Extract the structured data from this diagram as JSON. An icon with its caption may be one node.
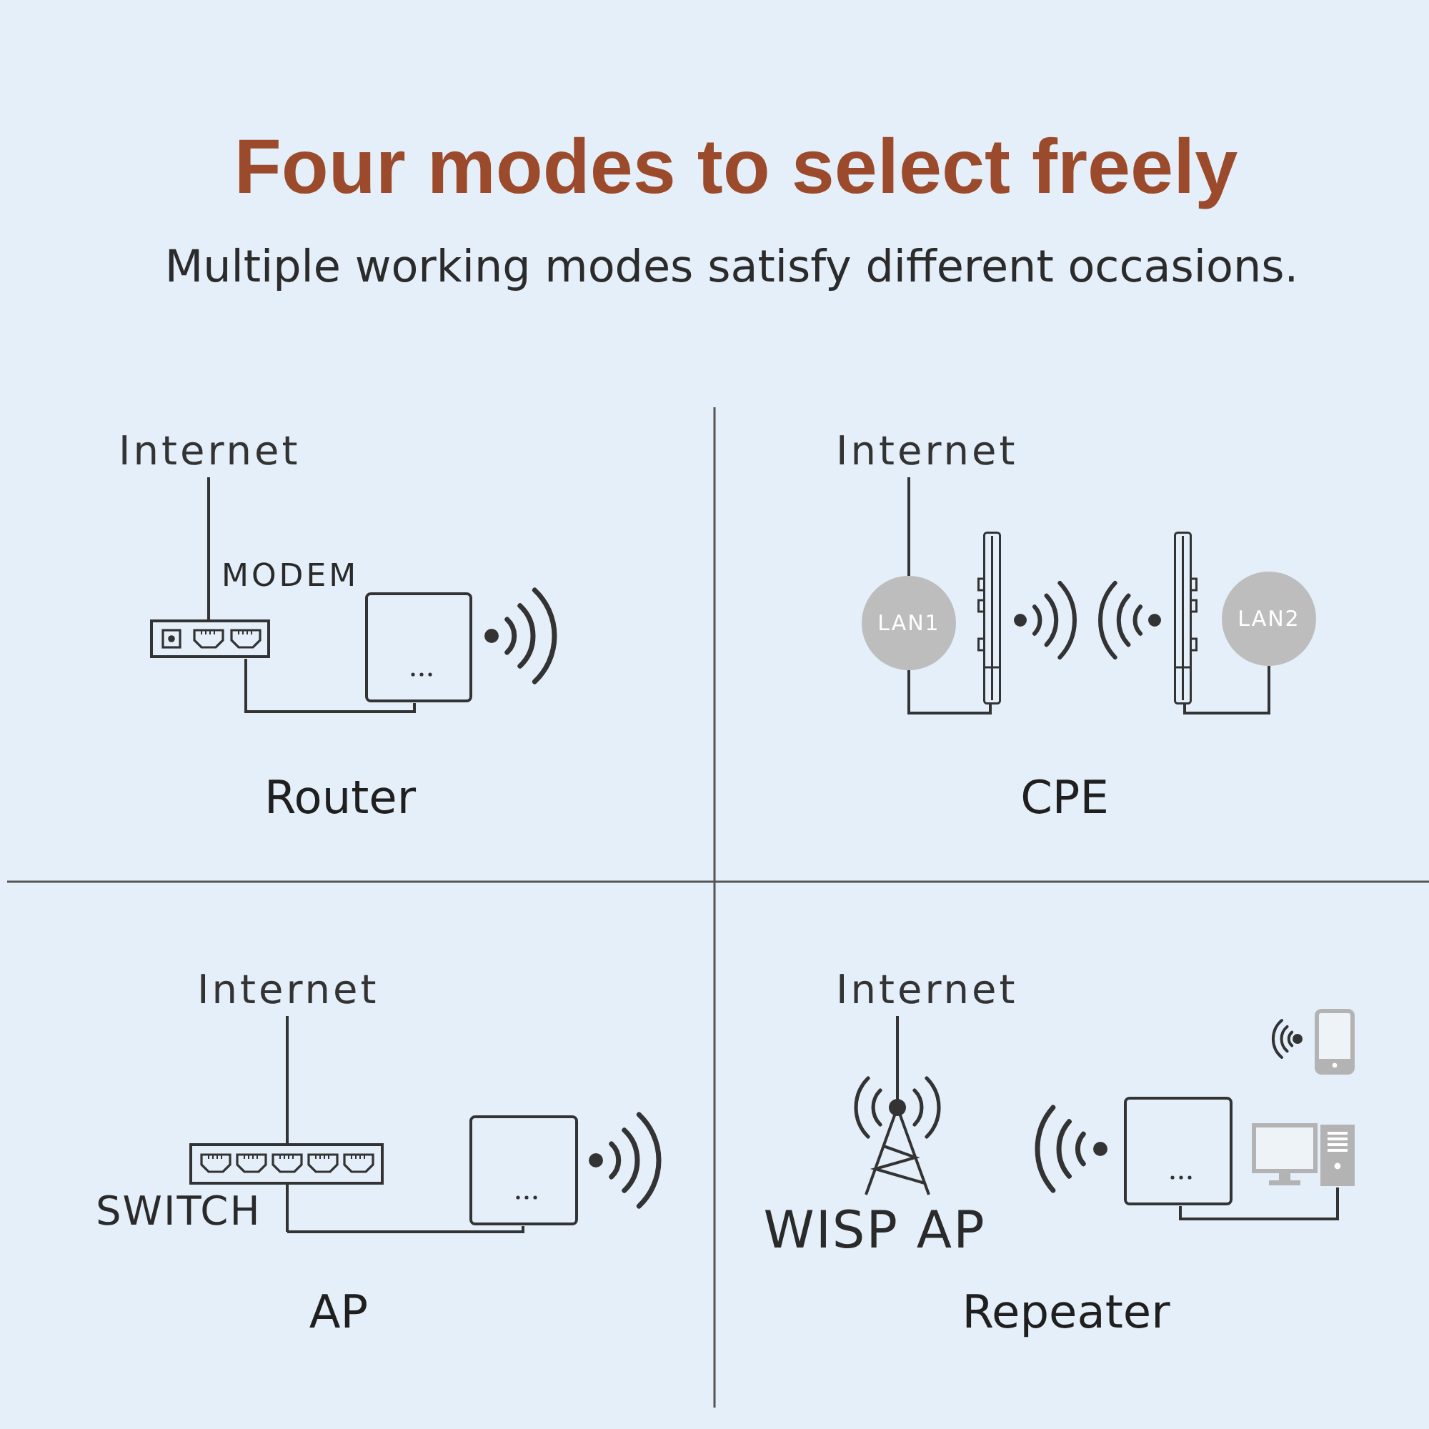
{
  "diagram": {
    "title": "Four modes to select freely",
    "nodes": [
      {
        "text": [
          "Internet"
        ]
      },
      {
        "text": [
          "MODEM"
        ]
      },
      {
        "text": [],
        "shape": "box"
      },
      {
        "text": [
          "Internet"
        ]
      },
      {
        "text": [
          "LAN1"
        ]
      },
      {
        "text": [],
        "shape": "box"
      },
      {
        "text": [],
        "shape": "box"
      },
      {
        "text": [
          "LAN2"
        ]
      },
      {
        "text": [
          "Internet"
        ]
      },
      {
        "text": [
          "SWITCH"
        ]
      },
      {
        "text": [],
        "shape": "box"
      },
      {
        "text": [
          "Internet"
        ]
      },
      {
        "text": [
          "WISP AP"
        ]
      },
      {
        "text": [],
        "shape": "box"
      },
      {
        "text": [],
        "shape": "picture"
      }
    ],
    "edges": [
      {
        "from": 0,
        "to": 1,
        "arrow": "none"
      },
      {
        "from": 1,
        "to": 2,
        "arrow": "none"
      },
      {
        "from": 3,
        "to": 4,
        "arrow": "none"
      },
      {
        "from": 4,
        "to": 5,
        "arrow": "none"
      },
      {
        "from": 6,
        "to": 7,
        "arrow": "none"
      },
      {
        "from": 8,
        "to": 9,
        "arrow": "none"
      },
      {
        "from": 9,
        "to": 10,
        "arrow": "none"
      },
      {
        "from": 11,
        "to": 12,
        "arrow": "none"
      },
      {
        "from": 13,
        "to": 14,
        "arrow": "none"
      }
    ],
    "labels": [
      "Multiple working modes satisfy different occasions.",
      "Router",
      "CPE",
      "AP",
      "Repeater"
    ]
  }
}
